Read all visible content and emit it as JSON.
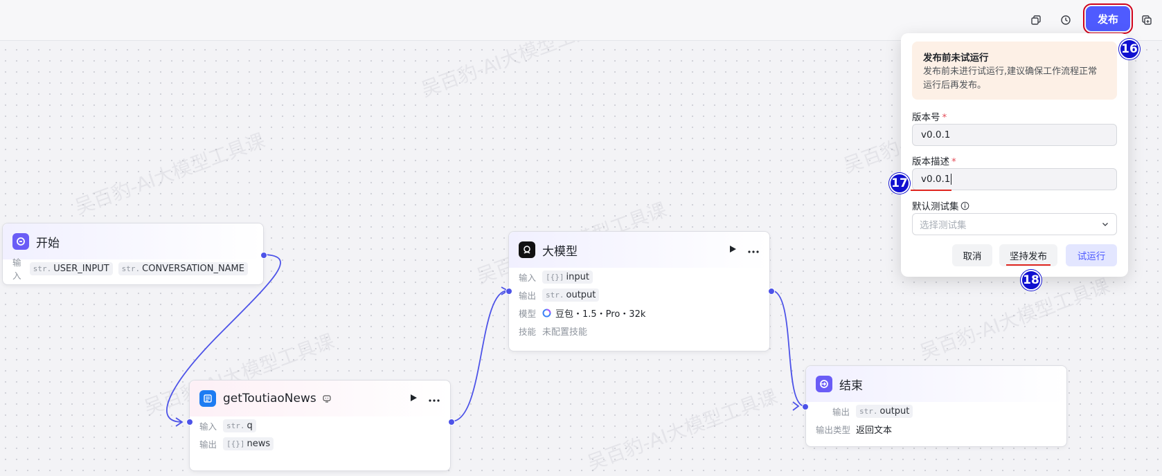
{
  "watermark": "吴百豹-AI大模型工具课",
  "toolbar": {
    "publish_label": "发布"
  },
  "nodes": {
    "start": {
      "title": "开始",
      "input_label": "输入",
      "inputs": [
        {
          "type": "str.",
          "name": "USER_INPUT"
        },
        {
          "type": "str.",
          "name": "CONVERSATION_NAME"
        }
      ]
    },
    "llm": {
      "title": "大模型",
      "rows": {
        "input_label": "输入",
        "input_type": "[{}]",
        "input_name": "input",
        "output_label": "输出",
        "output_type": "str.",
        "output_name": "output",
        "model_label": "模型",
        "model_value": "豆包・1.5・Pro・32k",
        "skill_label": "技能",
        "skill_value": "未配置技能"
      }
    },
    "news": {
      "title": "getToutiaoNews",
      "input_label": "输入",
      "input_type": "str.",
      "input_name": "q",
      "output_label": "输出",
      "output_type": "[{}]",
      "output_name": "news"
    },
    "end": {
      "title": "结束",
      "output_label": "输出",
      "output_type": "str.",
      "output_name": "output",
      "output_kind_label": "输出类型",
      "output_kind_value": "返回文本"
    }
  },
  "publish_panel": {
    "warning_title": "发布前未试运行",
    "warning_body": "发布前未进行试运行,建议确保工作流程正常运行后再发布。",
    "version_label": "版本号",
    "version_value": "v0.0.1",
    "desc_label": "版本描述",
    "desc_value": "v0.0.1",
    "testset_label": "默认测试集",
    "testset_placeholder": "选择测试集",
    "cancel_label": "取消",
    "force_publish_label": "坚持发布",
    "trial_run_label": "试运行"
  },
  "annotations": {
    "badge_16": "16",
    "badge_17": "17",
    "badge_18": "18"
  },
  "colors": {
    "accent": "#4f5bff",
    "edge": "#4d53e8",
    "warning_bg": "#fdf0e6",
    "highlight_red": "#d0021b"
  }
}
